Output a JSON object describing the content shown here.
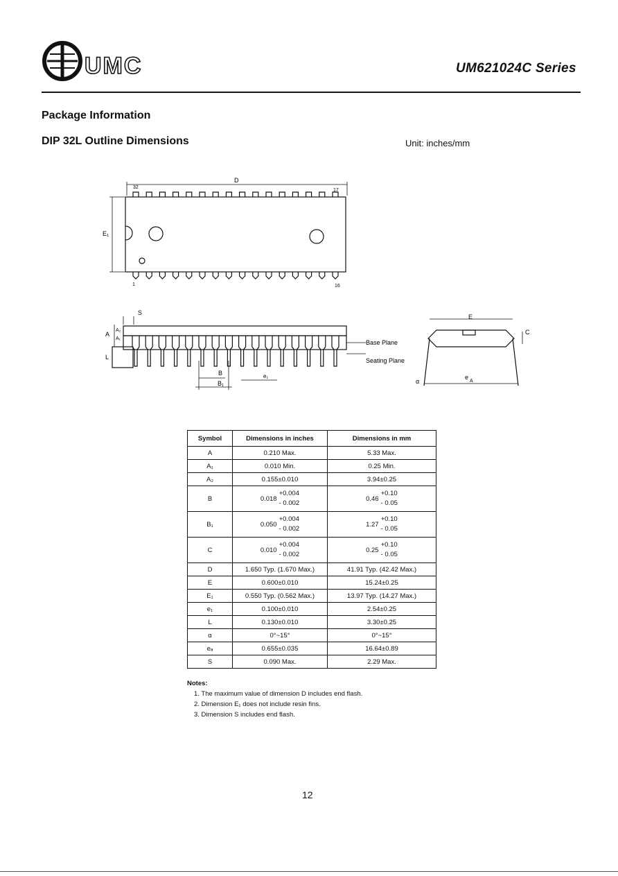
{
  "header": {
    "logo_text": "UMC",
    "series_title": "UM621024C Series"
  },
  "section_title": "Package Information",
  "subsection_title": "DIP 32L Outline Dimensions",
  "unit_label": "Unit: inches/mm",
  "diagram": {
    "top_view": {
      "dim_D": "D",
      "dim_E1": "E₁",
      "pin_32": "32",
      "pin_17": "17",
      "pin_1": "1",
      "pin_16": "16"
    },
    "side_view": {
      "dim_S": "S",
      "dim_A": "A",
      "dim_A1": "A₁",
      "dim_A2": "A₂",
      "dim_L": "L",
      "dim_B": "B",
      "dim_B1": "B₁",
      "dim_e1": "e₁",
      "base_plane": "Base Plane",
      "seating_plane": "Seating Plane"
    },
    "end_view": {
      "dim_E": "E",
      "dim_C": "C",
      "dim_eA": "e",
      "dim_eA_sub": "A",
      "dim_alpha": "α"
    }
  },
  "table": {
    "headers": [
      "Symbol",
      "Dimensions in inches",
      "Dimensions in mm"
    ],
    "rows": [
      {
        "symbol": "A",
        "inches": "0.210 Max.",
        "mm": "5.33 Max."
      },
      {
        "symbol": "A₁",
        "inches": "0.010 Min.",
        "mm": "0.25 Min."
      },
      {
        "symbol": "A₂",
        "inches": "0.155±0.010",
        "mm": "3.94±0.25"
      },
      {
        "symbol": "B",
        "inches_base": "0.018",
        "inches_plus": "+0.004",
        "inches_minus": "- 0.002",
        "mm_base": "0.46",
        "mm_plus": "+0.10",
        "mm_minus": "- 0.05"
      },
      {
        "symbol": "B₁",
        "inches_base": "0.050",
        "inches_plus": "+0.004",
        "inches_minus": "- 0.002",
        "mm_base": "1.27",
        "mm_plus": "+0.10",
        "mm_minus": "- 0.05"
      },
      {
        "symbol": "C",
        "inches_base": "0.010",
        "inches_plus": "+0.004",
        "inches_minus": "- 0.002",
        "mm_base": "0.25",
        "mm_plus": "+0.10",
        "mm_minus": "- 0.05"
      },
      {
        "symbol": "D",
        "inches": "1.650 Typ. (1.670 Max.)",
        "mm": "41.91 Typ. (42.42 Max.)"
      },
      {
        "symbol": "E",
        "inches": "0.600±0.010",
        "mm": "15.24±0.25"
      },
      {
        "symbol": "E₁",
        "inches": "0.550 Typ. (0.562 Max.)",
        "mm": "13.97 Typ. (14.27 Max.)"
      },
      {
        "symbol": "e₁",
        "inches": "0.100±0.010",
        "mm": "2.54±0.25"
      },
      {
        "symbol": "L",
        "inches": "0.130±0.010",
        "mm": "3.30±0.25"
      },
      {
        "symbol": "α",
        "inches": "0°~15°",
        "mm": "0°~15°"
      },
      {
        "symbol": "eₐ",
        "inches": "0.655±0.035",
        "mm": "16.64±0.89"
      },
      {
        "symbol": "S",
        "inches": "0.090 Max.",
        "mm": "2.29 Max."
      }
    ]
  },
  "notes": {
    "title": "Notes:",
    "items": [
      "1.  The maximum value of dimension D includes end flash.",
      "2.  Dimension E₁ does not include resin fins.",
      "3.  Dimension S includes end flash."
    ]
  },
  "page_number": "12"
}
